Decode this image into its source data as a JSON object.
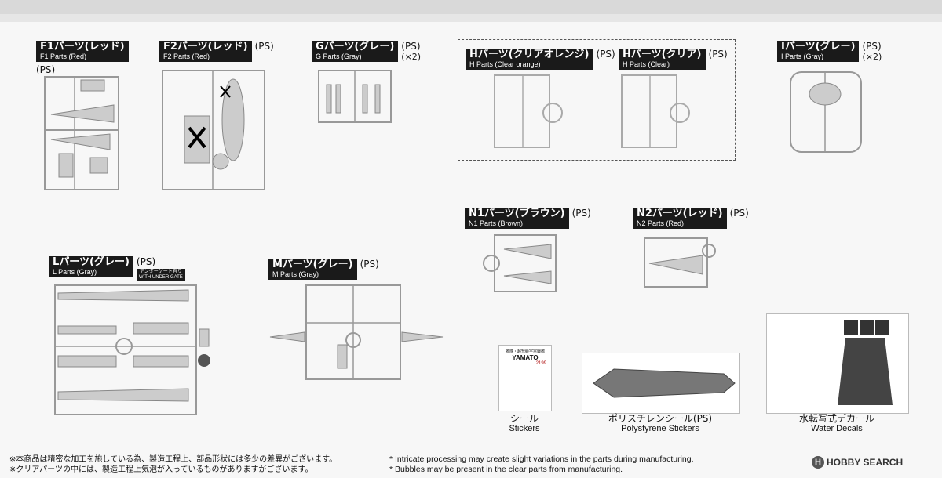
{
  "labels": {
    "f1": {
      "jp": "F1パーツ(レッド)",
      "en": "F1 Parts (Red)",
      "ps": "(PS)"
    },
    "f2": {
      "jp": "F2パーツ(レッド)",
      "en": "F2 Parts (Red)",
      "ps": "(PS)"
    },
    "g": {
      "jp": "Gパーツ(グレー)",
      "en": "G Parts (Gray)",
      "ps": "(PS)",
      "mult": "(×2)"
    },
    "h1": {
      "jp": "Hパーツ(クリアオレンジ)",
      "en": "H Parts (Clear orange)",
      "ps": "(PS)"
    },
    "h2": {
      "jp": "Hパーツ(クリア)",
      "en": "H Parts (Clear)",
      "ps": "(PS)"
    },
    "i": {
      "jp": "Iパーツ(グレー)",
      "en": "I Parts (Gray)",
      "ps": "(PS)",
      "mult": "(×2)"
    },
    "n1": {
      "jp": "N1パーツ(ブラウン)",
      "en": "N1 Parts (Brown)",
      "ps": "(PS)"
    },
    "n2": {
      "jp": "N2パーツ(レッド)",
      "en": "N2 Parts (Red)",
      "ps": "(PS)"
    },
    "l": {
      "jp": "Lパーツ(グレー)",
      "en": "L Parts (Gray)",
      "ps": "(PS)",
      "gate_jp": "アンダーゲート有り",
      "gate_en": "WITH UNDER GATE"
    },
    "m": {
      "jp": "Mパーツ(グレー)",
      "en": "M Parts (Gray)",
      "ps": "(PS)"
    }
  },
  "captions": {
    "stickers": {
      "jp": "シール",
      "en": "Stickers"
    },
    "poly": {
      "jp": "ポリスチレンシール(PS)",
      "en": "Polystyrene Stickers"
    },
    "decals": {
      "jp": "水転写式デカール",
      "en": "Water Decals"
    }
  },
  "sticker_text": {
    "line1": "艦隊・超弩級宇宙戦艦",
    "line2": "YAMATO",
    "line3": "2199"
  },
  "notes": {
    "jp1": "※本商品は精密な加工を施している為、製造工程上、部品形状には多少の差異がございます。",
    "jp2": "※クリアパーツの中には、製造工程上気泡が入っているものがありますがございます。",
    "en1": "* Intricate processing may create slight variations in the parts during manufacturing.",
    "en2": "* Bubbles may be present in the clear parts from manufacturing."
  },
  "brand": {
    "logo": "H",
    "name": "HOBBY SEARCH"
  },
  "colors": {
    "tag_bg": "#1a1a1a",
    "sprue": "#9a9a9a",
    "part": "#d0d0d0"
  }
}
